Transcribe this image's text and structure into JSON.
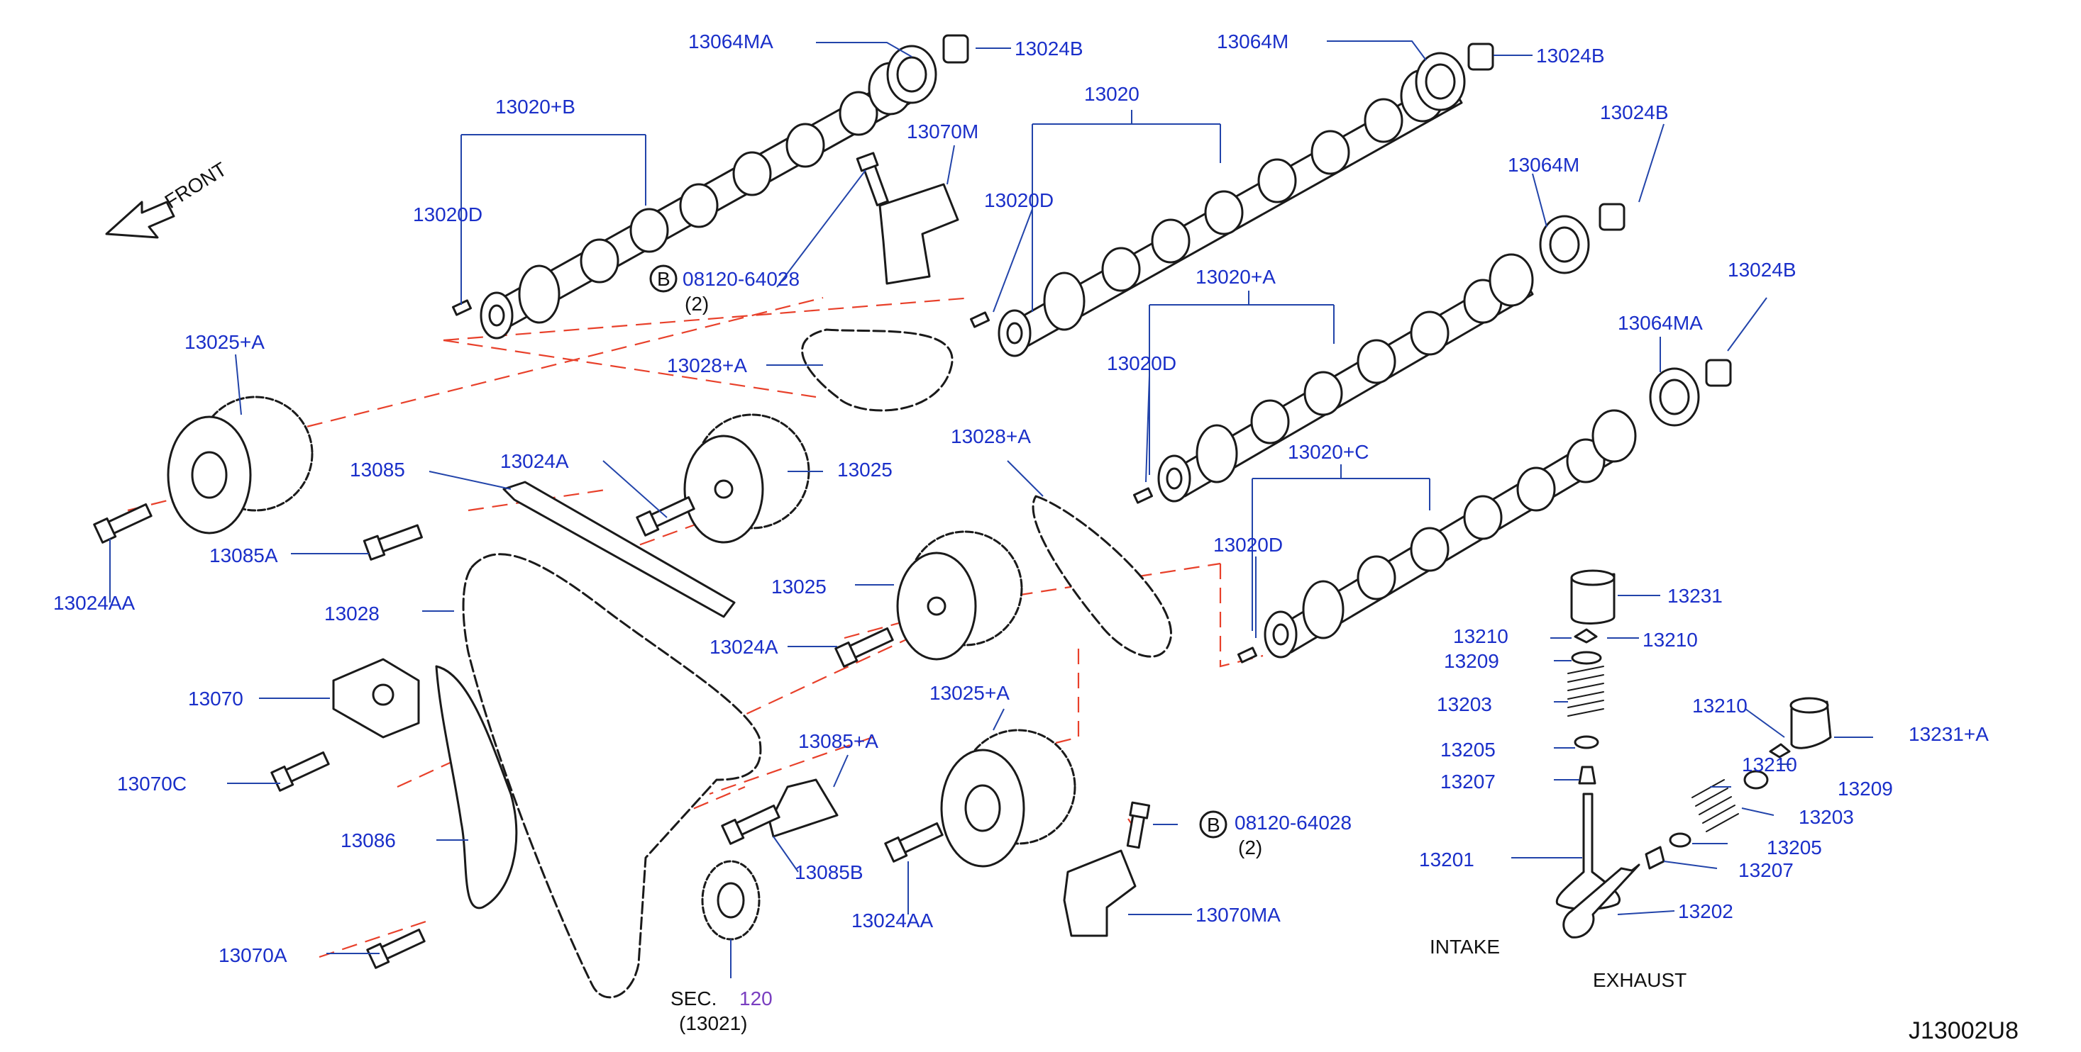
{
  "diagram_code": "J13002U8",
  "front_label": "FRONT",
  "bolt_symbol": "B",
  "labels": {
    "p13064MA_top": "13064MA",
    "p13024B_top1": "13024B",
    "p13064M_top": "13064M",
    "p13024B_top2": "13024B",
    "p13020B": "13020+B",
    "p13020": "13020",
    "p13070M": "13070M",
    "p13020D_1": "13020D",
    "p13020D_2": "13020D",
    "p13024B_r1": "13024B",
    "p13064M_r": "13064M",
    "p08120_1": "08120-64028",
    "p08120_1_qty": "(2)",
    "p13020A": "13020+A",
    "p13024B_r2": "13024B",
    "p13025A_1": "13025+A",
    "p13028A_1": "13028+A",
    "p13064MA_r": "13064MA",
    "p13020D_3": "13020D",
    "p13085": "13085",
    "p13024A_1": "13024A",
    "p13025_1": "13025",
    "p13028A_2": "13028+A",
    "p13020C": "13020+C",
    "p13085A": "13085A",
    "p13024AA_1": "13024AA",
    "p13020D_4": "13020D",
    "p13025_2": "13025",
    "p13231": "13231",
    "p13028": "13028",
    "p13210_1": "13210",
    "p13210_2": "13210",
    "p13024A_2": "13024A",
    "p13209_1": "13209",
    "p13070": "13070",
    "p13025A_2": "13025+A",
    "p13203_1": "13203",
    "p13210_3": "13210",
    "p13231A": "13231+A",
    "p13085A_plus": "13085+A",
    "p13205_1": "13205",
    "p13210_4": "13210",
    "p13070C": "13070C",
    "p13207_1": "13207",
    "p13209_2": "13209",
    "p08120_2": "08120-64028",
    "p08120_2_qty": "(2)",
    "p13203_2": "13203",
    "p13086": "13086",
    "p13205_2": "13205",
    "p13085B": "13085B",
    "p13201": "13201",
    "p13207_2": "13207",
    "p13024AA_2": "13024AA",
    "p13070MA": "13070MA",
    "p13202": "13202",
    "p13070A": "13070A",
    "intake": "INTAKE",
    "exhaust": "EXHAUST",
    "sec_prefix": "SEC.",
    "sec_num": "120",
    "sec_ref": "(13021)"
  },
  "colors": {
    "callout": "#1a2fc9",
    "leader": "#2244aa",
    "phantom_line": "#e8402a",
    "line_art": "#1a1a1a",
    "section_ref": "#7a3fc0"
  }
}
